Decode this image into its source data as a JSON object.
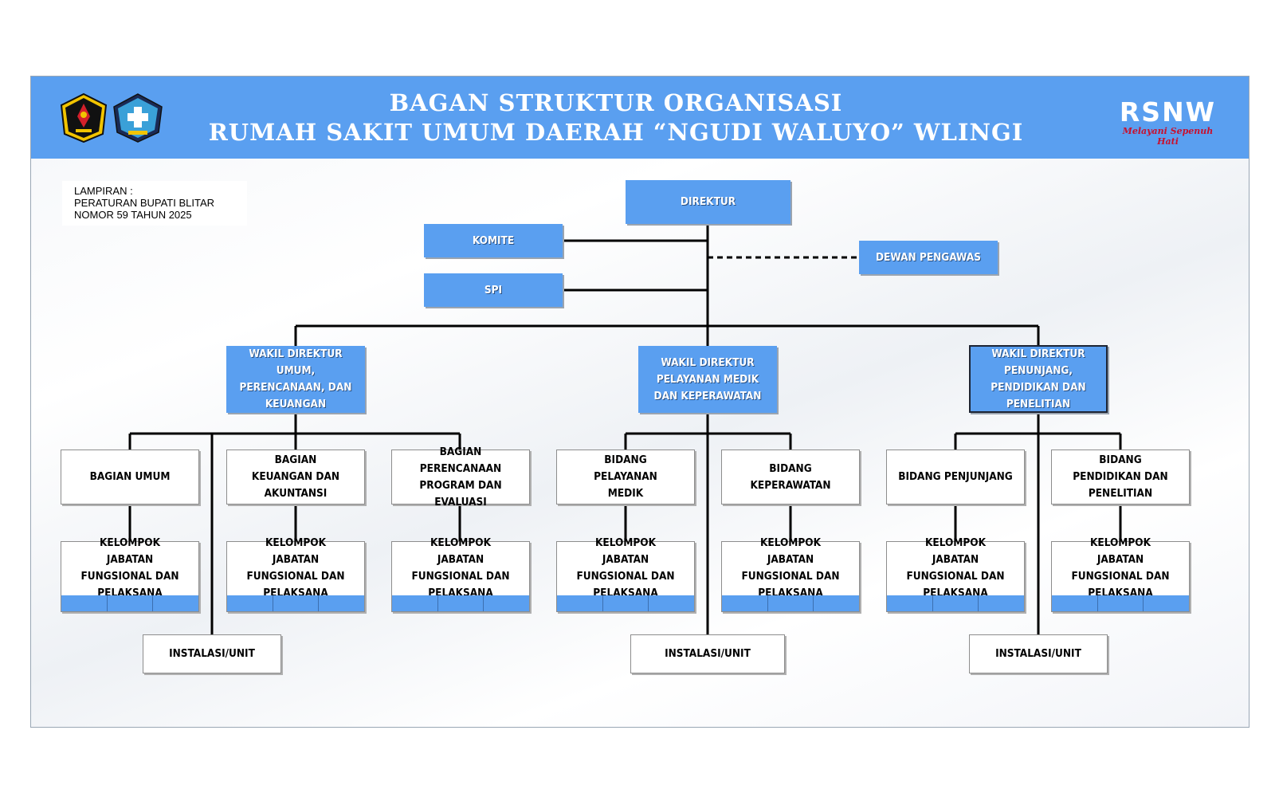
{
  "header": {
    "title_line1": "BAGAN STRUKTUR ORGANISASI",
    "title_line2": "RUMAH SAKIT UMUM DAERAH “NGUDI WALUYO” WLINGI",
    "brand": "RSNW",
    "brand_tagline": "Melayani Sepenuh Hati"
  },
  "lampiran": {
    "line1": "LAMPIRAN :",
    "line2": "PERATURAN BUPATI BLITAR",
    "line3": "NOMOR 59 TAHUN 2025"
  },
  "nodes": {
    "direktur": "DIREKTUR",
    "komite": "KOMITE",
    "spi": "SPI",
    "dewan_pengawas": "DEWAN PENGAWAS",
    "wadir_umum": "WAKIL DIREKTUR UMUM, PERENCANAAN, DAN KEUANGAN",
    "wadir_pelayanan": "WAKIL DIREKTUR PELAYANAN MEDIK DAN KEPERAWATAN",
    "wadir_penunjang": "WAKIL DIREKTUR PENUNJANG, PENDIDIKAN DAN PENELITIAN",
    "bagian_umum": "BAGIAN UMUM",
    "bagian_keuangan": "BAGIAN KEUANGAN DAN AKUNTANSI",
    "bagian_perencanaan": "BAGIAN PERENCANAAN PROGRAM DAN EVALUASI",
    "bidang_pelayanan": "BIDANG PELAYANAN MEDIK",
    "bidang_keperawatan": "BIDANG KEPERAWATAN",
    "bidang_penunjang": "BIDANG PENJUNJANG",
    "bidang_pendidikan": "BIDANG PENDIDIKAN DAN PENELITIAN",
    "kelompok": "KELOMPOK JABATAN FUNGSIONAL DAN PELAKSANA",
    "instalasi": "INSTALASI/UNIT"
  },
  "colors": {
    "header_blue": "#5a9ff0",
    "line": "#000000"
  }
}
